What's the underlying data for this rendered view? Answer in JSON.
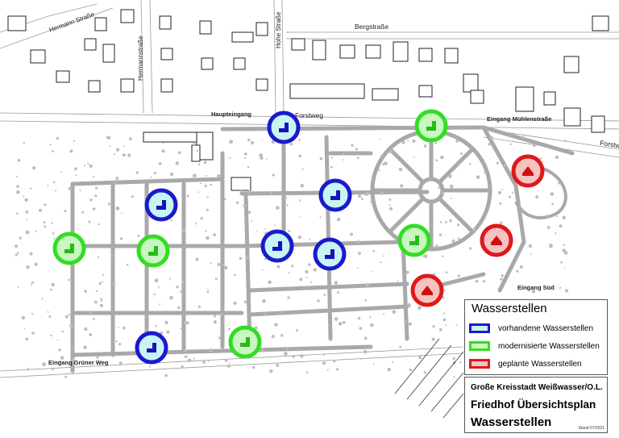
{
  "map": {
    "streets": [
      "Hermann Straße",
      "Hermannstraße",
      "Hohe Straße",
      "Bergstraße",
      "Forstweg",
      "Forstweg"
    ],
    "entrances": [
      "Haupteingang",
      "Eingang Mühlenstraße",
      "Eingang Süd",
      "Eingang Grüner Weg"
    ],
    "markers": [
      {
        "kind": "existing"
      },
      {
        "kind": "existing"
      },
      {
        "kind": "existing"
      },
      {
        "kind": "existing"
      },
      {
        "kind": "existing"
      },
      {
        "kind": "existing"
      },
      {
        "kind": "modernized"
      },
      {
        "kind": "modernized"
      },
      {
        "kind": "modernized"
      },
      {
        "kind": "modernized"
      },
      {
        "kind": "modernized"
      },
      {
        "kind": "planned"
      },
      {
        "kind": "planned"
      },
      {
        "kind": "planned"
      }
    ]
  },
  "legend": {
    "title": "Wasserstellen",
    "items": [
      {
        "label": "vorhandene Wasserstellen",
        "border": "#1a1acc",
        "fill": "#c8f4f6"
      },
      {
        "label": "modernisierte Wasserstellen",
        "border": "#33dd22",
        "fill": "#c8f7c0"
      },
      {
        "label": "geplante Wasserstellen",
        "border": "#e01818",
        "fill": "#f6c2c2"
      }
    ]
  },
  "titlebox": {
    "city": "Große Kreisstadt Weißwasser/O.L.",
    "plan": "Friedhof Übersichtsplan",
    "subject": "Wasserstellen",
    "stand": "Stand 07/2021"
  },
  "colors": {
    "existing_border": "#1a1acc",
    "existing_fill": "#c8f4f6",
    "modernized_border": "#33dd22",
    "modernized_fill": "#c8f7c0",
    "planned_border": "#e01818",
    "planned_fill": "#f6c2c2",
    "paths": "#a9a9a9"
  }
}
